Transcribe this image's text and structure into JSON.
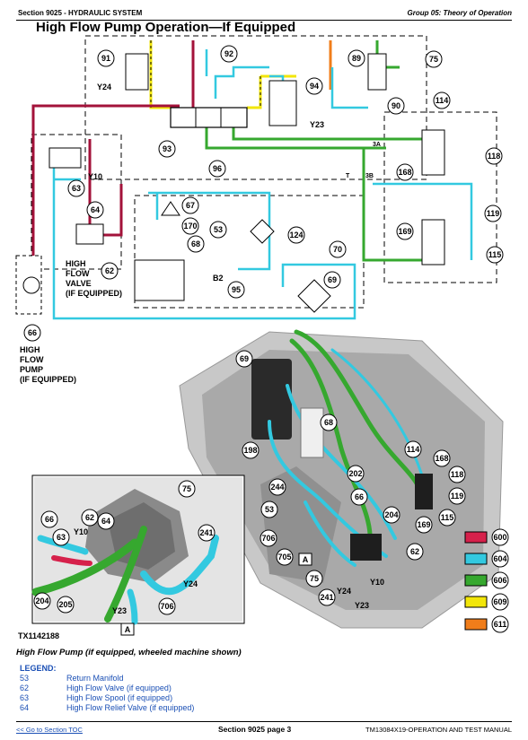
{
  "header": {
    "left": "Section 9025 - HYDRAULIC SYSTEM",
    "right": "Group 05: Theory of Operation"
  },
  "title": "High Flow Pump Operation—If Equipped",
  "callouts_schematic": {
    "c91": "91",
    "c92": "92",
    "c89": "89",
    "c75": "75",
    "c94": "94",
    "c90": "90",
    "c114": "114",
    "c93": "93",
    "c96": "96",
    "c118": "118",
    "c168": "168",
    "c63": "63",
    "c119": "119",
    "c67": "67",
    "c64": "64",
    "c170": "170",
    "c53": "53",
    "c124": "124",
    "c169": "169",
    "c115": "115",
    "c68": "68",
    "c70": "70",
    "c62": "62",
    "c95": "95",
    "c69": "69",
    "c66": "66"
  },
  "labels_schematic": {
    "y24": "Y24",
    "y23": "Y23",
    "y10": "Y10",
    "b2": "B2",
    "t": "T",
    "p3a": "3A",
    "p3b": "3B",
    "hfv1": "HIGH",
    "hfv2": "FLOW",
    "hfv3": "VALVE",
    "hfv4": "(IF EQUIPPED)",
    "hfp1": "HIGH",
    "hfp2": "FLOW",
    "hfp3": "PUMP",
    "hfp4": "(IF EQUIPPED)"
  },
  "callouts_photo": {
    "p69": "69",
    "p198": "198",
    "p68": "68",
    "p202": "202",
    "p244": "244",
    "p66": "66",
    "p53": "53",
    "p204": "204",
    "p706": "706",
    "p705": "705",
    "p75": "75",
    "p241": "241",
    "p62": "62",
    "p114": "114",
    "p168": "168",
    "p118": "118",
    "p119": "119",
    "p169": "169",
    "p115": "115",
    "py24": "Y24",
    "py10": "Y10",
    "py23": "Y23",
    "pA": "A"
  },
  "callouts_inset": {
    "i75": "75",
    "i66": "66",
    "i62": "62",
    "i64": "64",
    "i63": "63",
    "iy10": "Y10",
    "i241": "241",
    "iy24": "Y24",
    "i204": "204",
    "i205": "205",
    "iy23": "Y23",
    "i706": "706",
    "iA": "A"
  },
  "color_legend": [
    {
      "value": "600",
      "color": "#d6214b"
    },
    {
      "value": "604",
      "color": "#33c9e0"
    },
    {
      "value": "606",
      "color": "#36a82f"
    },
    {
      "value": "609",
      "color": "#f2e60a"
    },
    {
      "value": "611",
      "color": "#f07d1a"
    }
  ],
  "figure_id": "TX1142188",
  "caption": "High Flow Pump (if equipped, wheeled machine shown)",
  "legend": {
    "heading": "LEGEND:",
    "items": [
      {
        "num": "53",
        "text": "Return Manifold"
      },
      {
        "num": "62",
        "text": "High Flow Valve (if equipped)"
      },
      {
        "num": "63",
        "text": "High Flow Spool (if equipped)"
      },
      {
        "num": "64",
        "text": "High Flow Relief Valve (if equipped)"
      }
    ]
  },
  "footer": {
    "left": "<< Go to Section TOC",
    "center": "Section 9025 page 3",
    "right": "TM13084X19-OPERATION AND TEST MANUAL"
  }
}
